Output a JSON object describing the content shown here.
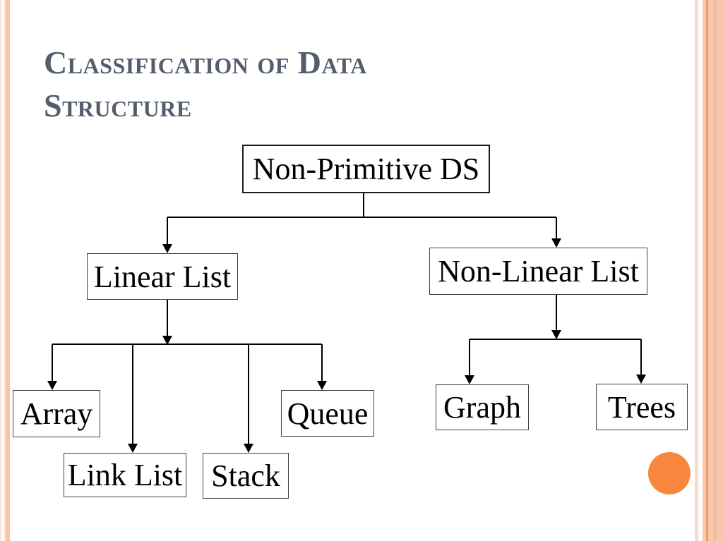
{
  "slide": {
    "title": "Classification of Data Structure"
  },
  "nodes": {
    "root": "Non-Primitive DS",
    "linear": "Linear List",
    "nonlinear": "Non-Linear List",
    "array": "Array",
    "linklist": "Link List",
    "stack": "Stack",
    "queue": "Queue",
    "graph": "Graph",
    "trees": "Trees"
  },
  "colors": {
    "title_text": "#535d6d",
    "connector_line": "#000000",
    "box_border": "#1c1c1c",
    "stripe_salmon": "#f8c7ab",
    "stripe_light_pink": "#f9d9c9",
    "stripe_dark_orange_line": "#ea9e66",
    "accent_circle": "#f6873c",
    "background": "#ffffff"
  }
}
